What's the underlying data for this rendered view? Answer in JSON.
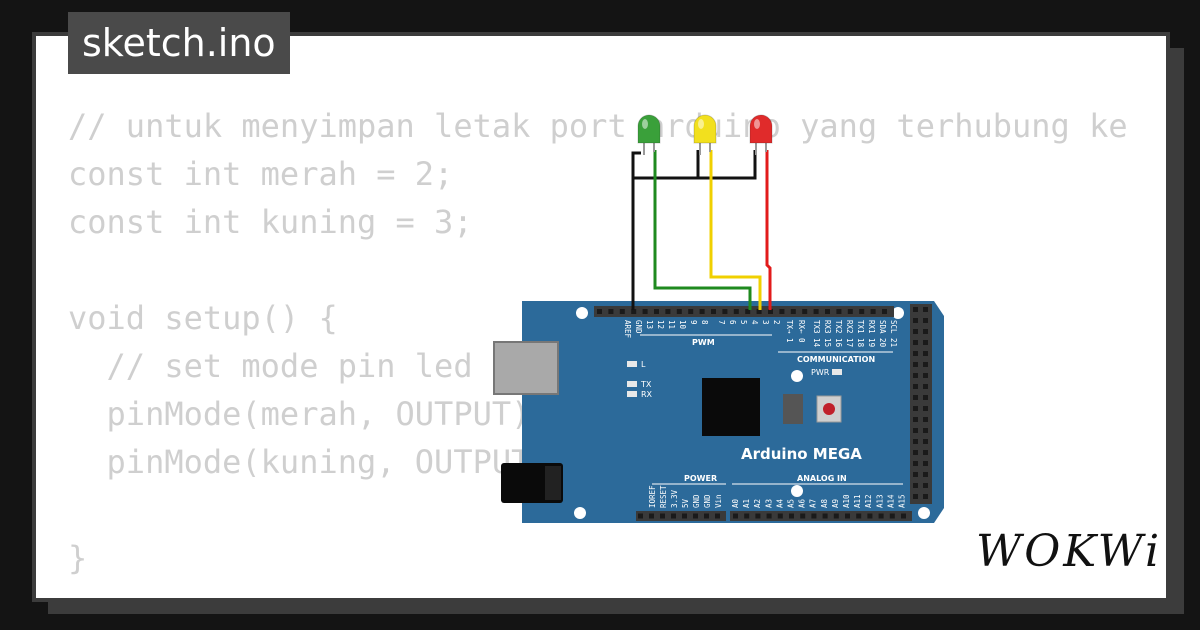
{
  "filename": "sketch.ino",
  "code_lines": [
    "// untuk menyimpan letak port arduino yang terhubung ke",
    "const int merah = 2;",
    "const int kuning = 3;",
    "",
    "void setup() {",
    "  // set mode pin led L",
    "  pinMode(merah, OUTPUT);",
    "  pinMode(kuning, OUTPUT);",
    "",
    "}"
  ],
  "board": {
    "name": "Arduino MEGA",
    "label_pwm": "PWM",
    "label_communication": "COMMUNICATION",
    "label_power": "POWER",
    "label_analog": "ANALOG IN",
    "label_l": "L",
    "label_tx": "TX",
    "label_rx": "RX",
    "label_pwr": "PWR",
    "top_pins": [
      "AREF",
      "GND",
      "13",
      "12",
      "11",
      "10",
      "9",
      "8",
      "7",
      "6",
      "5",
      "4",
      "3",
      "2",
      "TX→ 1",
      "RX← 0",
      "TX3 14",
      "RX3 15",
      "TX2 16",
      "RX2 17",
      "TX1 18",
      "RX1 19",
      "SDA 20",
      "SCL 21"
    ],
    "power_pins": [
      "IOREF",
      "RESET",
      "3.3V",
      "5V",
      "GND",
      "GND",
      "Vin"
    ],
    "analog_pins": [
      "A0",
      "A1",
      "A2",
      "A3",
      "A4",
      "A5",
      "A6",
      "A7",
      "A8",
      "A9",
      "A10",
      "A11",
      "A12",
      "A13",
      "A14",
      "A15"
    ]
  },
  "leds": [
    {
      "name": "green",
      "color": "#3aa03a"
    },
    {
      "name": "yellow",
      "color": "#f2e01e"
    },
    {
      "name": "red",
      "color": "#e02b2b"
    }
  ],
  "colors": {
    "board": "#2c6a9a",
    "wire_gnd": "#111111",
    "wire_green": "#1f8a1f",
    "wire_yellow": "#f0d000",
    "wire_red": "#e21b1b"
  },
  "logo": "WOKWi"
}
